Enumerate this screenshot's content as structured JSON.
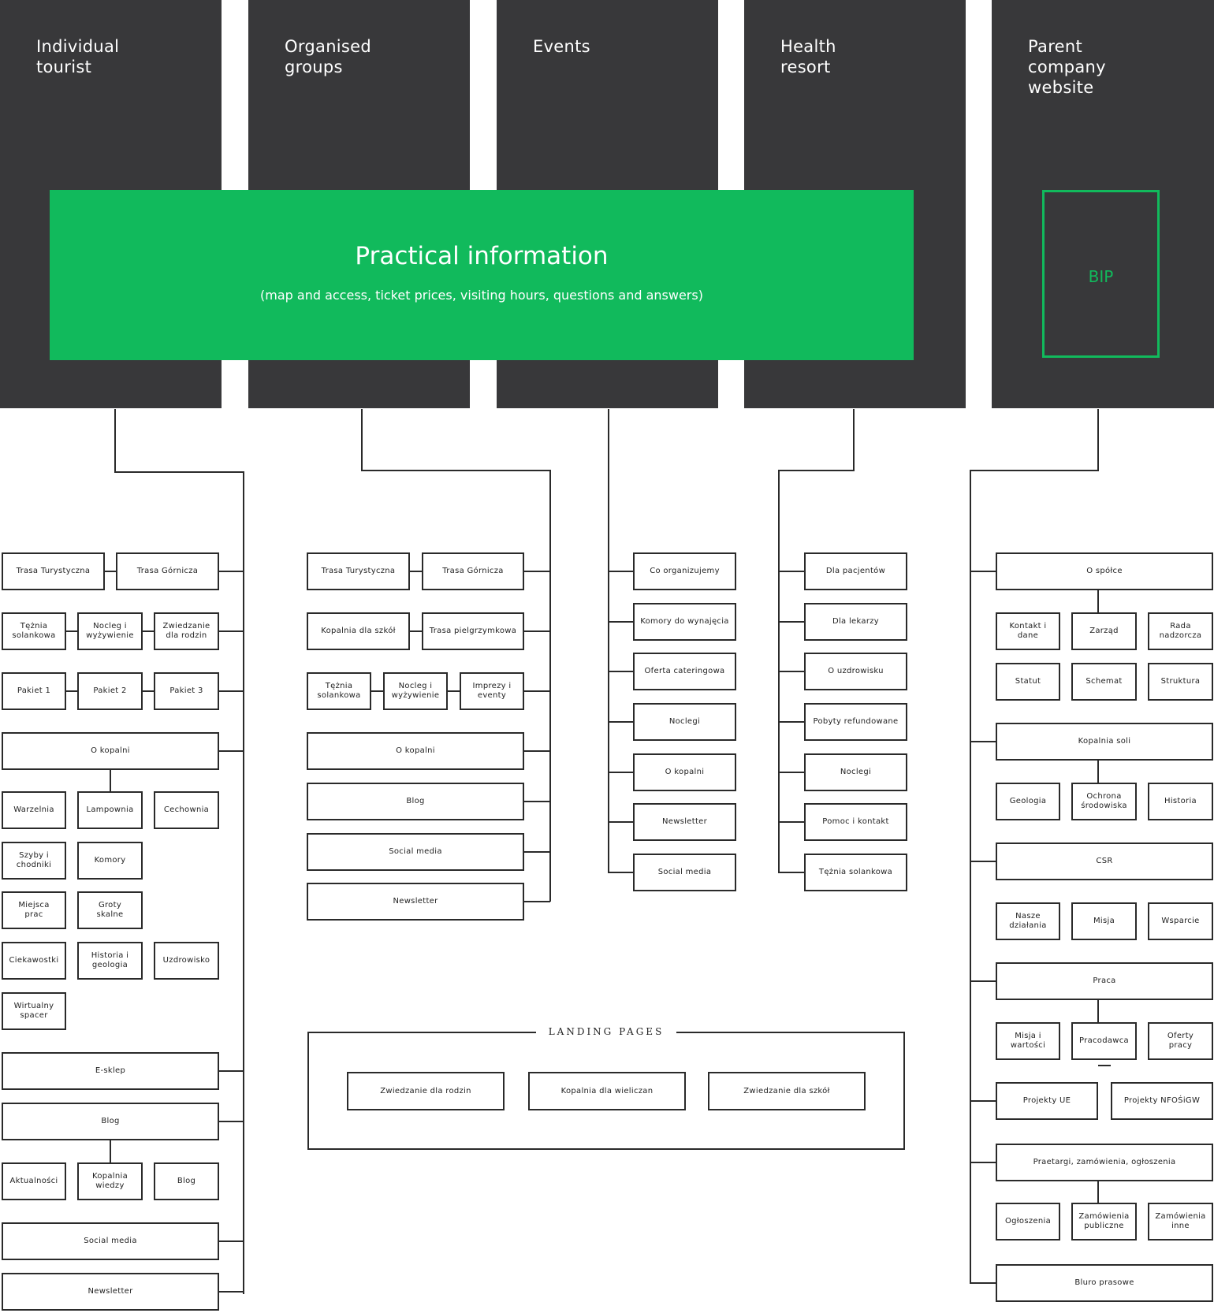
{
  "columns": [
    {
      "title": "Individual\ntourist"
    },
    {
      "title": "Organised\ngroups"
    },
    {
      "title": "Events"
    },
    {
      "title": "Health\nresort"
    },
    {
      "title": "Parent\ncompany\nwebsite"
    }
  ],
  "practical": {
    "title": "Practical information",
    "subtitle": "(map and access, ticket prices, visiting hours, questions and answers)"
  },
  "bip": {
    "label": "BIP"
  },
  "individual": {
    "trasa_turystyczna": "Trasa Turystyczna",
    "trasa_gornicza": "Trasa Górnicza",
    "teznia": "Tężnia\nsolankowa",
    "nocleg": "Nocleg i\nwyżywienie",
    "zwiedzanie_rodzin": "Zwiedzanie\ndla rodzin",
    "pakiet1": "Pakiet 1",
    "pakiet2": "Pakiet 2",
    "pakiet3": "Pakiet 3",
    "o_kopalni": "O kopalni",
    "warzelnia": "Warzelnia",
    "lampownia": "Lampownia",
    "cechownia": "Cechownia",
    "szyby": "Szyby i\nchodniki",
    "komory": "Komory",
    "miejsca": "Miejsca\nprac",
    "groty": "Groty\nskalne",
    "ciekawostki": "Ciekawostki",
    "historia": "Historia i\ngeologia",
    "uzdrowisko": "Uzdrowisko",
    "wirtualny": "Wirtualny\nspacer",
    "esklep": "E-sklep",
    "blog": "Blog",
    "aktualnosci": "Aktualności",
    "kopalnia_wiedzy": "Kopalnia\nwiedzy",
    "blog_sub": "Blog",
    "social": "Social media",
    "newsletter": "Newsletter"
  },
  "groups": {
    "trasa_turystyczna": "Trasa Turystyczna",
    "trasa_gornicza": "Trasa Górnicza",
    "kopalnia_szkol": "Kopalnia dla szkół",
    "trasa_pielgrzymkowa": "Trasa pielgrzymkowa",
    "teznia": "Tężnia\nsolankowa",
    "nocleg": "Nocleg i\nwyżywienie",
    "imprezy": "Imprezy i\neventy",
    "o_kopalni": "O kopalni",
    "blog": "Blog",
    "social": "Social media",
    "newsletter": "Newsletter"
  },
  "events": {
    "items": [
      "Co organizujemy",
      "Komory do wynajęcia",
      "Oferta cateringowa",
      "Noclegi",
      "O kopalni",
      "Newsletter",
      "Social media"
    ]
  },
  "health": {
    "items": [
      "Dla pacjentów",
      "Dla lekarzy",
      "O uzdrowisku",
      "Pobyty refundowane",
      "Noclegi",
      "Pomoc i kontakt",
      "Tężnia solankowa"
    ]
  },
  "parent": {
    "o_spolce": "O spółce",
    "kontakt": "Kontakt i\ndane",
    "zarzad": "Zarząd",
    "rada": "Rada\nnadzorcza",
    "statut": "Statut",
    "schemat": "Schemat",
    "struktura": "Struktura",
    "kopalnia_soli": "Kopalnia soli",
    "geologia": "Geologia",
    "ochrona": "Ochrona\nśrodowiska",
    "historia": "Historia",
    "csr": "CSR",
    "nasze": "Nasze\ndziałania",
    "misja": "Misja",
    "wsparcie": "Wsparcie",
    "praca": "Praca",
    "misja_wartosci": "Misja i\nwartości",
    "pracodawca": "Pracodawca",
    "oferty": "Oferty\npracy",
    "projekty_ue": "Projekty UE",
    "projekty_nfosigw": "Projekty NFOŚiGW",
    "przetargi": "Praetargi, zamówienia, ogłoszenia",
    "ogloszenia": "Ogłoszenia",
    "zamowienia_publiczne": "Zamówienia\npubliczne",
    "zamowienia_inne": "Zamówienia\ninne",
    "biuro": "Bluro prasowe"
  },
  "landing": {
    "title": "LANDING PAGES",
    "items": [
      "Zwiedzanie dla rodzin",
      "Kopalnia dla wieliczan",
      "Zwiedzanie dla szkół"
    ]
  },
  "colors": {
    "column_bg": "#38383a",
    "accent": "#11ba5c",
    "line": "#2a2a2a"
  }
}
